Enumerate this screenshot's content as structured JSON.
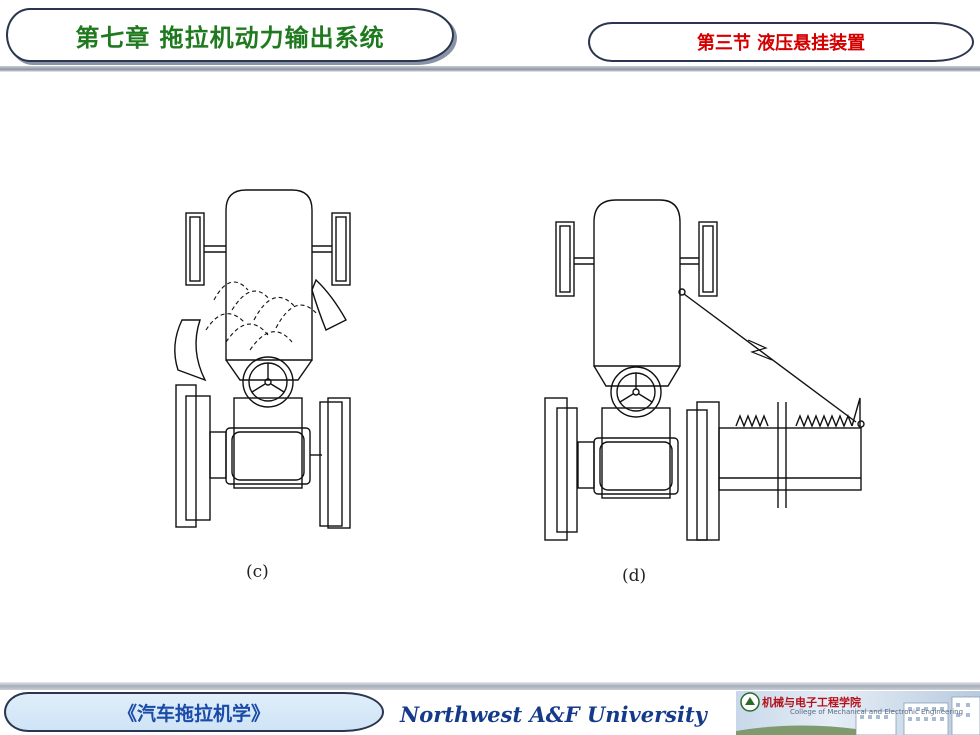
{
  "header": {
    "chapter_title": "第七章 拖拉机动力输出系统",
    "section_title": "第三节  液压悬挂装置"
  },
  "figure": {
    "caption_c": "(c)",
    "caption_d": "(d)"
  },
  "footer": {
    "course_title": "《汽车拖拉机学》",
    "university": "Northwest  A&F  University",
    "banner_text": "机械与电子工程学院",
    "banner_subtext": "College of Mechanical and Electronic Engineering"
  },
  "colors": {
    "chapter_green": "#1f7a1f",
    "section_red": "#d40000",
    "footer_blue": "#1b4aa8"
  }
}
